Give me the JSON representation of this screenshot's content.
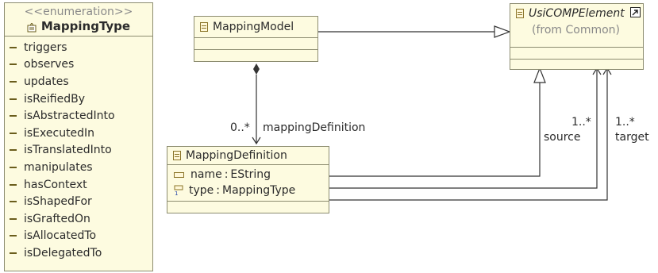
{
  "enumeration": {
    "stereotype": "<<enumeration>>",
    "name": "MappingType",
    "literals": [
      "triggers",
      "observes",
      "updates",
      "isReifiedBy",
      "isAbstractedInto",
      "isExecutedIn",
      "isTranslatedInto",
      "manipulates",
      "hasContext",
      "isShapedFor",
      "isGraftedOn",
      "isAllocatedTo",
      "isDelegatedTo"
    ]
  },
  "mapping_model": {
    "name": "MappingModel"
  },
  "usi_element": {
    "name": "UsiCOMPElement",
    "from": "(from Common)"
  },
  "mapping_definition": {
    "name": "MappingDefinition",
    "attributes": [
      {
        "name": "name",
        "type": "EString"
      },
      {
        "name": "type",
        "type": "MappingType"
      }
    ]
  },
  "labels": {
    "composition_multiplicity": "0..*",
    "composition_role": "mappingDefinition",
    "source_multiplicity": "1..*",
    "source_role": "source",
    "target_multiplicity": "1..*",
    "target_role": "target"
  },
  "colors": {
    "class_fill": "#fdfbe0",
    "class_border": "#8c8c70",
    "edge": "#333333"
  }
}
